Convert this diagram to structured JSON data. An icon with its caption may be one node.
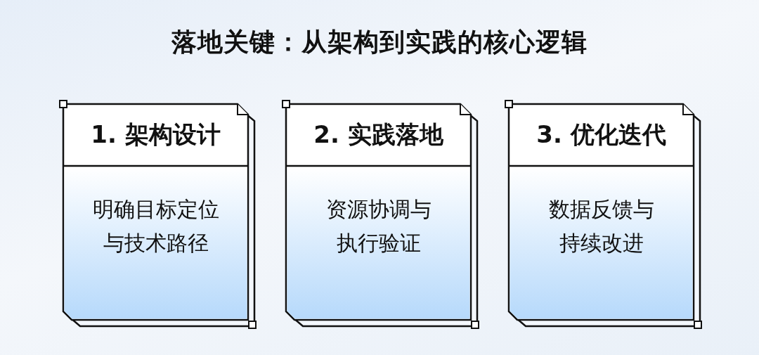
{
  "diagram": {
    "title": "落地关键：从架构到实践的核心逻辑",
    "nodes": [
      {
        "text": [
          "1. 架构设计",
          "明确目标定位与技术路径"
        ]
      },
      {
        "text": [
          "2. 实践落地",
          "资源协调与执行验证"
        ]
      },
      {
        "text": [
          "3. 优化迭代",
          "数据反馈与持续改进"
        ]
      }
    ]
  }
}
